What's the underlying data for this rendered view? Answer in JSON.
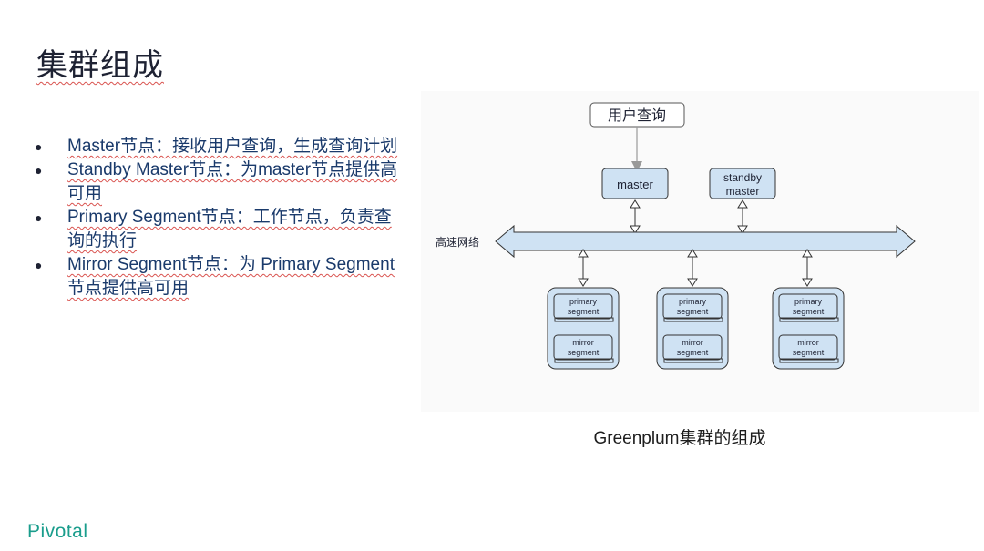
{
  "slide": {
    "title": "集群组成",
    "bullets": [
      "Master节点：接收用户查询，生成查询计划",
      "Standby Master节点：为master节点提供高可用",
      "Primary Segment节点：工作节点，负责查询的执行",
      "Mirror Segment节点：为 Primary Segment节点提供高可用"
    ],
    "caption": "Greenplum集群的组成",
    "brand": "Pivotal"
  },
  "diagram": {
    "user_query": "用户查询",
    "master": "master",
    "standby_line1": "standby",
    "standby_line2": "master",
    "network_label": "高速网络",
    "primary_line1": "primary",
    "primary_line2": "segment",
    "mirror_line1": "mirror",
    "mirror_line2": "segment",
    "colors": {
      "box_fill": "#cfe2f3",
      "box_stroke": "#333333",
      "bus_fill": "#cfe2f3",
      "arrow": "#333333"
    }
  }
}
